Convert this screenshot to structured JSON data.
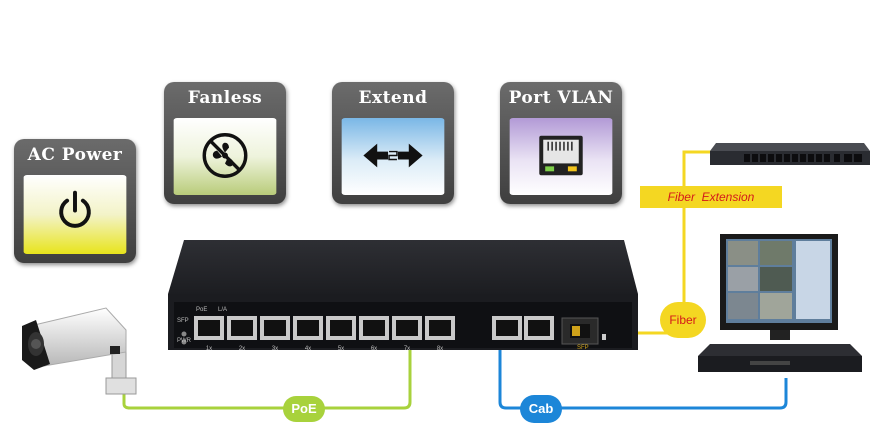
{
  "features": [
    {
      "title": "AC Power",
      "icon": "power-icon",
      "accent": "#e8e41c"
    },
    {
      "title": "Fanless",
      "icon": "no-fan-icon",
      "accent": "#b9cc7a"
    },
    {
      "title": "Extend",
      "icon": "double-arrow-icon",
      "accent": "#7ab7e6"
    },
    {
      "title": "Port VLAN",
      "icon": "ethernet-port-icon",
      "accent": "#b29ad6"
    }
  ],
  "switch": {
    "small_labels": [
      "PoE",
      "L/A",
      "SFP",
      "PWR"
    ],
    "port_labels": [
      "1x",
      "2x",
      "3x",
      "4x",
      "5x",
      "6x",
      "7x",
      "8x"
    ],
    "sfp_label": "SFP"
  },
  "connections": {
    "poe": {
      "label": "PoE",
      "color": "#a8d23c"
    },
    "cab": {
      "label": "Cab",
      "color": "#1c86d8"
    },
    "fiber": {
      "label": "Fiber",
      "color": "#f4d722"
    },
    "fiber_extension": {
      "label": "Fiber  Extension",
      "color": "#f4d722",
      "text_color": "#d41a1a"
    }
  }
}
